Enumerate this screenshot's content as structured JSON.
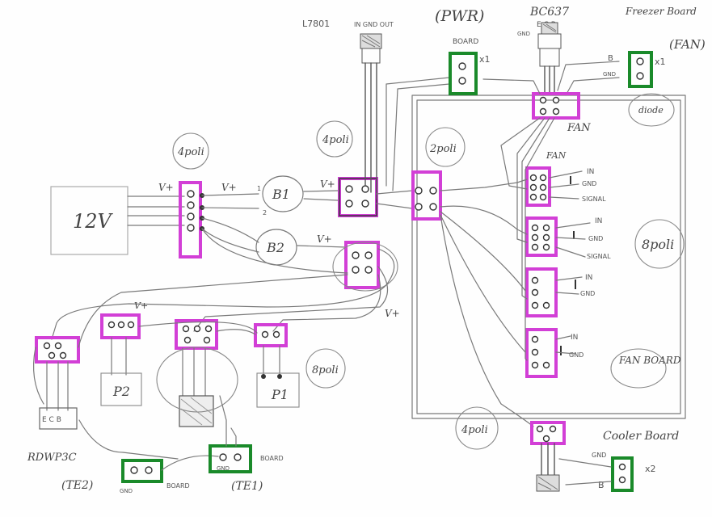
{
  "labels": {
    "psu": "12V",
    "v_plus": "V+",
    "bus_4poli": "4poli",
    "bus_4poli_b": "4poli",
    "bus_2poli": "2poli",
    "bus_8poli_right": "8poli",
    "bus_8poli_left": "8poli",
    "bus_4poli_bottom": "4poli",
    "b1": "B1",
    "b2": "B2",
    "p1": "P1",
    "p2": "P2",
    "regulator": "L7801",
    "reg_pins": "IN GND OUT",
    "pwr": "(PWR)",
    "pwr_board": "BOARD",
    "x1": "x1",
    "transistor": "BC637",
    "transistor_pins": "E C B",
    "gnd_small": "GND",
    "freezer_board": "Freezer Board",
    "fan_paren": "(FAN)",
    "fan_x1": "x1",
    "b_label": "B",
    "gnd_label": "GND",
    "diode": "diode",
    "fan_top": "FAN",
    "fan_mid": "FAN",
    "in": "IN",
    "gnd": "GND",
    "signal": "SIGNAL",
    "fan_board": "FAN BOARD",
    "cooler_board": "Cooler Board",
    "x2": "x2",
    "rdwp3c": "RDWP3C",
    "te2": "(TE2)",
    "te1": "(TE1)",
    "board": "BOARD",
    "num1": "1",
    "num2": "2"
  }
}
